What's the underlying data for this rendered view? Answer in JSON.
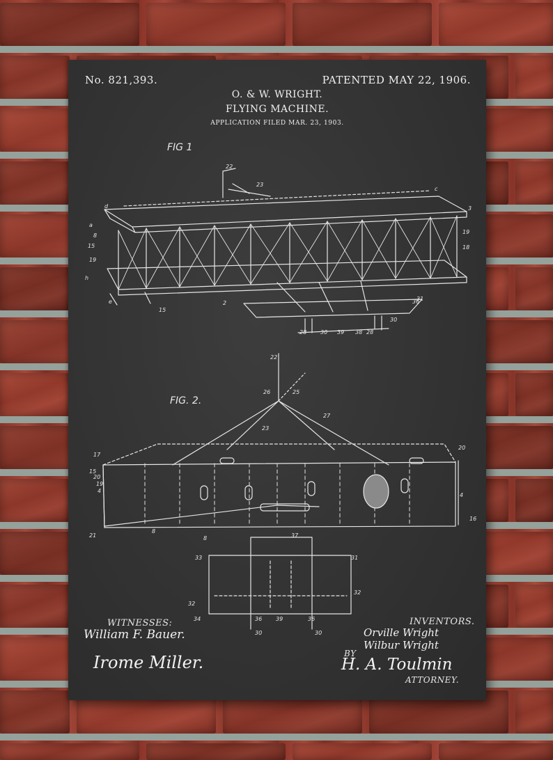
{
  "poster": {
    "patent_number": "No. 821,393.",
    "patent_date": "PATENTED MAY 22, 1906.",
    "inventors_title": "O. & W. WRIGHT.",
    "invention_title": "FLYING MACHINE.",
    "application_line": "APPLICATION FILED MAR. 23, 1903.",
    "figure_1_label": "FIG 1",
    "figure_2_label": "FIG. 2.",
    "witnesses_label": "WITNESSES:",
    "witness_1": "William F. Bauer.",
    "witness_2": "Irome Miller.",
    "inventors_label": "INVENTORS.",
    "inventor_1": "Orville Wright",
    "inventor_2": "Wilbur Wright",
    "by_label": "BY",
    "attorney_signature": "H. A. Toulmin",
    "attorney_label": "ATTORNEY."
  },
  "colors": {
    "chalkboard": "#333333",
    "chalk": "#ececec",
    "brick": "#9a4335",
    "mortar": "#8a958f"
  }
}
